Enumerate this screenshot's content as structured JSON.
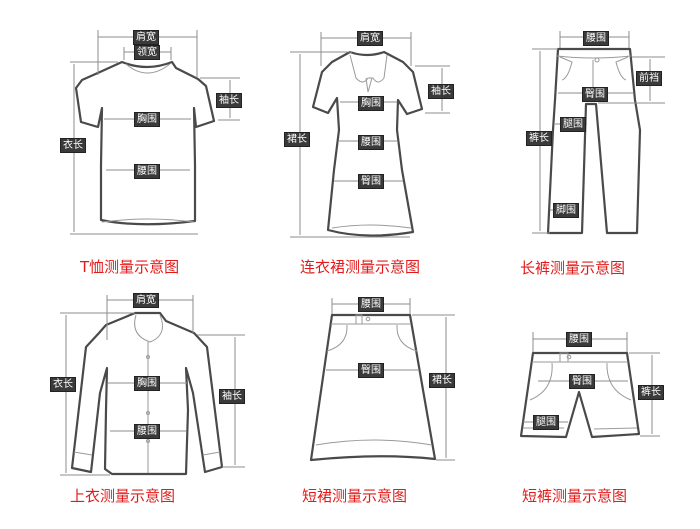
{
  "diagrams": [
    {
      "id": "tshirt",
      "caption": "T恤测量示意图",
      "labels": {
        "shoulder_width": "肩宽",
        "collar_width": "领宽",
        "sleeve_length": "袖长",
        "chest": "胸围",
        "length": "衣长",
        "waist": "腰围"
      }
    },
    {
      "id": "dress",
      "caption": "连衣裙测量示意图",
      "labels": {
        "shoulder_width": "肩宽",
        "sleeve_length": "袖长",
        "chest": "胸围",
        "length": "裙长",
        "waist": "腰围",
        "hip": "臀围"
      }
    },
    {
      "id": "trousers",
      "caption": "长裤测量示意图",
      "labels": {
        "waist": "腰围",
        "front_rise": "前裆",
        "hip": "臀围",
        "thigh": "腿围",
        "length": "裤长",
        "hem": "脚围"
      }
    },
    {
      "id": "shirt",
      "caption": "上衣测量示意图",
      "labels": {
        "shoulder_width": "肩宽",
        "length": "衣长",
        "chest": "胸围",
        "sleeve_length": "袖长",
        "waist": "腰围"
      }
    },
    {
      "id": "skirt",
      "caption": "短裙测量示意图",
      "labels": {
        "waist": "腰围",
        "hip": "臀围",
        "length": "裙长"
      }
    },
    {
      "id": "shorts",
      "caption": "短裤测量示意图",
      "labels": {
        "waist": "腰围",
        "hip": "臀围",
        "length": "裤长",
        "thigh": "腿围"
      }
    }
  ],
  "colors": {
    "caption": "#e31a1a",
    "tag_bg": "#3a3a3a",
    "outline": "#4a4a4a",
    "dim_line": "#8c8c8c"
  }
}
